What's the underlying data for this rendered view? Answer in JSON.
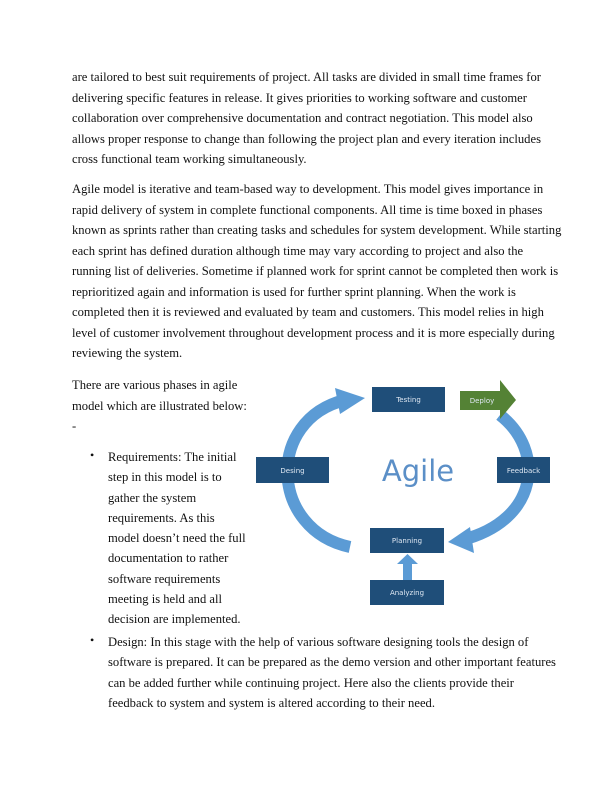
{
  "paragraphs": [
    {
      "lines": [
        "are tailored to best suit requirements of project. All tasks are divided in small time frames for",
        "delivering specific features in release. It gives priorities to working software and customer",
        "collaboration over comprehensive documentation and contract negotiation. This model also",
        "allows proper response to change than following the project plan and every iteration includes",
        "cross functional team working simultaneously."
      ]
    },
    {
      "lines": [
        "Agile model is iterative and team-based way to development. This model gives importance in",
        "rapid delivery of system in complete functional components. All time is time boxed in phases",
        "known as sprints rather than creating tasks and schedules for system development. While starting",
        "each sprint has defined duration although time may vary according to project and also the",
        "running list of deliveries. Sometime if planned work for sprint cannot be completed then work is",
        "reprioritized again and information is used for further sprint planning. When the work is",
        "completed then it is reviewed and evaluated by team and customers. This model relies in high",
        "level of customer involvement throughout development process and it is more especially during",
        "reviewing the system."
      ]
    },
    {
      "lines": [
        "There are various phases in agile",
        "model which are illustrated below:",
        "-"
      ]
    }
  ],
  "bullets": [
    {
      "symbol": "•",
      "lines": [
        "Requirements: The initial",
        "step in this model is to",
        "gather the system",
        "requirements. As this",
        "model doesn’t need the full",
        "documentation to rather",
        "software requirements",
        "meeting is held and all",
        "decision are implemented."
      ]
    },
    {
      "symbol": "•",
      "lines": [
        "Design: In this stage with the help of various software designing tools the design of",
        "software is prepared. It can be prepared as the demo version and other important features",
        "can be added further while continuing project. Here also the clients provide their",
        "feedback to system and system is altered according to their need."
      ]
    }
  ],
  "diagram": {
    "center_label": "Agile",
    "stages": {
      "testing": "Testing",
      "deploy": "Deploy",
      "design": "Desing",
      "feedback": "Feedback",
      "planning": "Planning",
      "analyzing": "Analyzing"
    },
    "colors": {
      "box": "#1f4e79",
      "arrow": "#5b9bd5",
      "deploy": "#548235",
      "title": "#5b8fc7"
    }
  }
}
